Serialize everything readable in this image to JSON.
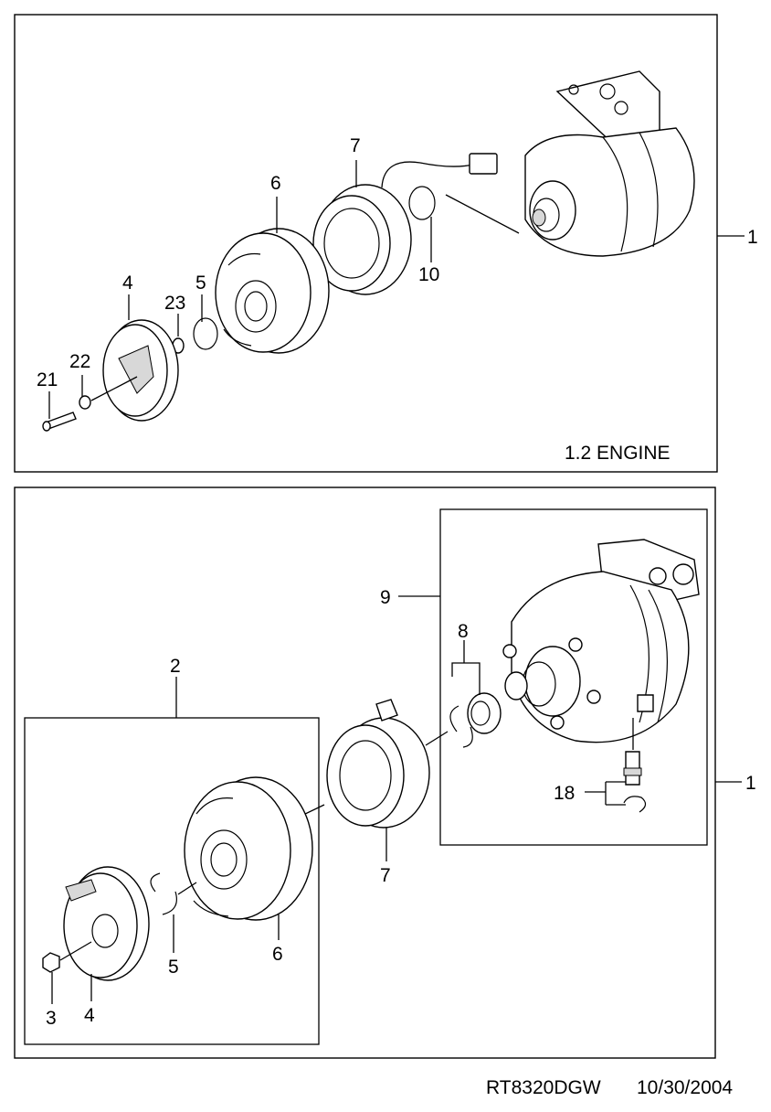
{
  "top_panel": {
    "title": "1.2 ENGINE",
    "callouts": {
      "c1": "1",
      "c6": "6",
      "c7": "7",
      "c10": "10",
      "c4": "4",
      "c5": "5",
      "c23": "23",
      "c22": "22",
      "c21": "21"
    }
  },
  "bottom_panel": {
    "callouts": {
      "c1": "1",
      "c2": "2",
      "c9": "9",
      "c8": "8",
      "c18": "18",
      "c7": "7",
      "c6": "6",
      "c5": "5",
      "c4": "4",
      "c3": "3"
    }
  },
  "footer": {
    "code": "RT8320DGW",
    "date": "10/30/2004"
  }
}
